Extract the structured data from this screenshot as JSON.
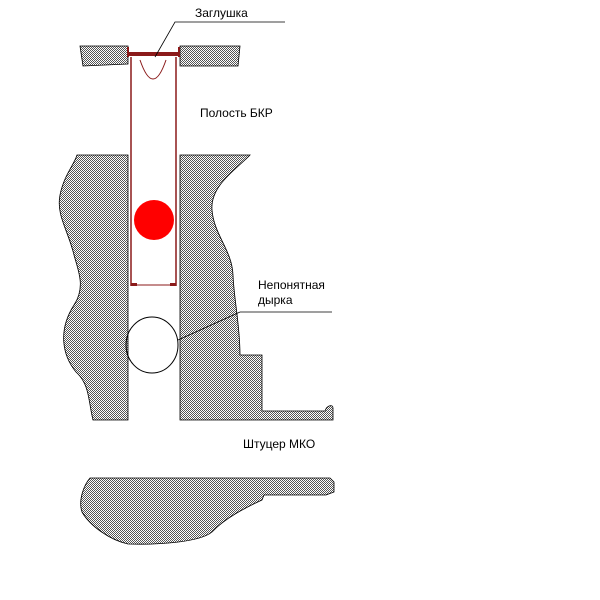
{
  "labels": {
    "plug": "Заглушка",
    "bkr_cavity": "Полость БКР",
    "strange_hole_line1": "Непонятная",
    "strange_hole_line2": "дырка",
    "mko_fitting": "Штуцер МКО"
  },
  "colors": {
    "hatch_fill": "#808080",
    "outline": "#000000",
    "tube": "#8b1a1a",
    "ball": "#ff0000",
    "background": "#ffffff"
  }
}
